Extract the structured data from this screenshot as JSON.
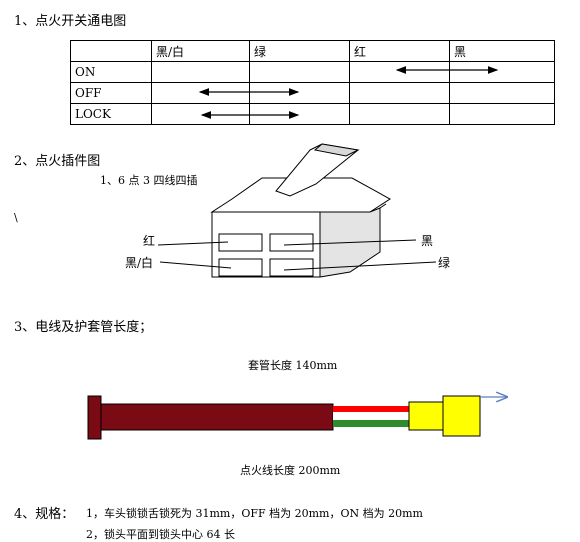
{
  "section1": {
    "title": "1、点火开关通电图"
  },
  "switch_table": {
    "columns": [
      "",
      "黑/白",
      "绿",
      "红",
      "黑"
    ],
    "rows": [
      {
        "label": "ON"
      },
      {
        "label": "OFF"
      },
      {
        "label": "LOCK"
      }
    ]
  },
  "section2": {
    "title": "2、点火插件图",
    "subtitle": "1、6 点 3 四线四插",
    "stray_mark": "\\",
    "labels": {
      "red": "红",
      "black_white": "黑/白",
      "black": "黑",
      "green": "绿"
    }
  },
  "section3": {
    "title": "3、电线及护套管长度；",
    "sleeve_length": "套管长度 140mm",
    "wire_length": "点火线长度 200mm",
    "colors": {
      "sleeve": "#7a0a14",
      "connector": "#ffff00",
      "red_wire": "#ff0000",
      "green_wire": "#2e8b2e",
      "arrow": "#5b7fbf"
    }
  },
  "section4": {
    "title": "4、规格：",
    "line1": "1，车头锁锁舌锁死为 31mm，OFF 档为 20mm，ON 档为 20mm",
    "line2": "2，锁头平面到锁头中心 64 长"
  }
}
